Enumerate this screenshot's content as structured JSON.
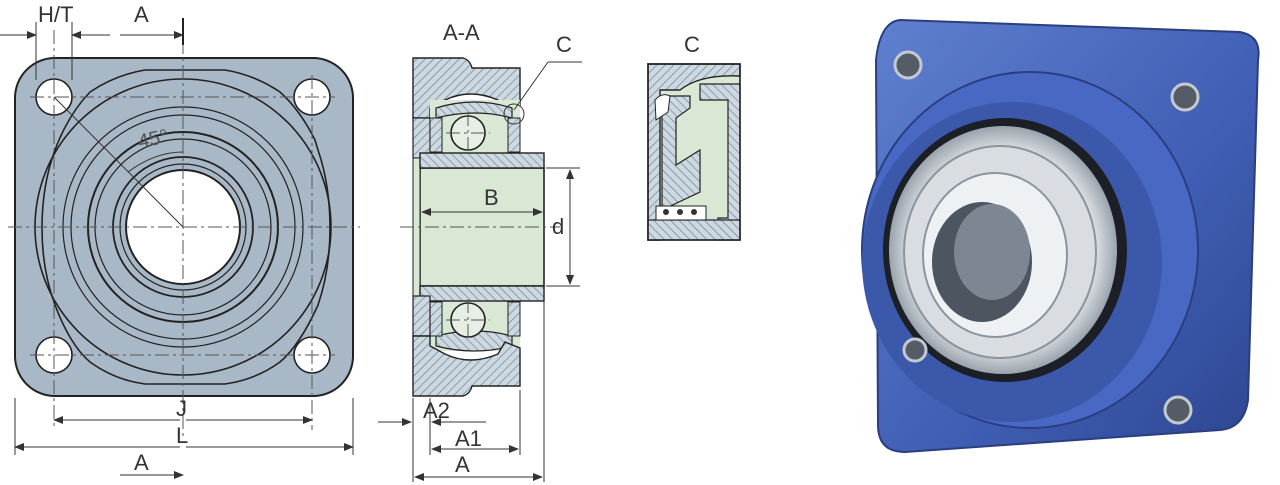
{
  "front_view": {
    "label_ht": "H/T",
    "label_a_top": "A",
    "label_angle": "45°",
    "label_j": "J",
    "label_l": "L",
    "label_a_bottom": "A"
  },
  "section_view": {
    "title": "A-A",
    "label_c": "C",
    "label_b": "B",
    "label_d": "d",
    "label_a2": "A2",
    "label_a1": "A1",
    "label_a": "A"
  },
  "detail_view": {
    "title": "C"
  },
  "colors": {
    "housing": "#a9b8c6",
    "section_fill": "#d8e8d4",
    "hatch": "#6b8799",
    "photo_housing": "#3f5db3"
  }
}
